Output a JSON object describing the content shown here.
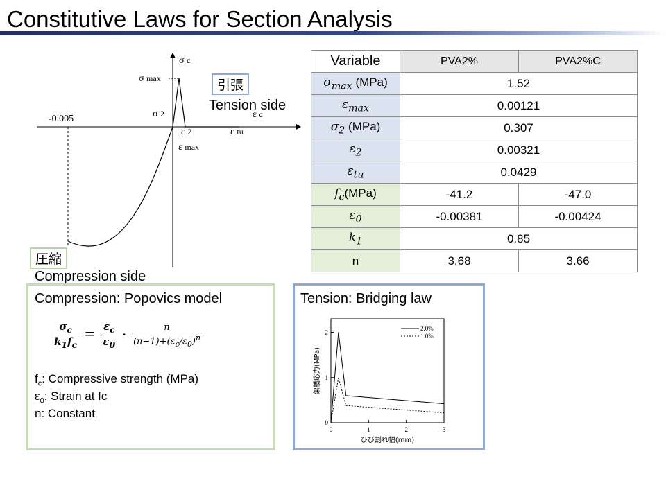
{
  "page": {
    "title": "Constitutive Laws for Section Analysis",
    "accent_color": "#1d2f6a"
  },
  "curve_labels": {
    "sigma_c": "σ",
    "sigma_c_sub": "c",
    "sigma_max": "σ",
    "sigma_max_sub": "max",
    "sigma_2": "σ",
    "sigma_2_sub": "2",
    "eps_c": "ε",
    "eps_c_sub": "c",
    "eps_2": "ε",
    "eps_2_sub": "2",
    "eps_max": "ε",
    "eps_max_sub": "max",
    "eps_tu": "ε",
    "eps_tu_sub": "tu",
    "neg_strain": "-0.005",
    "tension_jp": "引張",
    "tension_en": "Tension side",
    "compression_jp": "圧縮",
    "compression_en": "Compression side"
  },
  "table": {
    "header": {
      "variable": "Variable",
      "col1": "PVA2%",
      "col2": "PVA2%C"
    },
    "rows": [
      {
        "sym": "σ",
        "sub": "max",
        "unit": " (MPa)",
        "v1": "1.52",
        "v2": "",
        "merged": true,
        "color": "blue"
      },
      {
        "sym": "ε",
        "sub": "max",
        "unit": "",
        "v1": "0.00121",
        "v2": "",
        "merged": true,
        "color": "blue"
      },
      {
        "sym": "σ",
        "sub": "2",
        "unit": " (MPa)",
        "v1": "0.307",
        "v2": "",
        "merged": true,
        "color": "blue"
      },
      {
        "sym": "ε",
        "sub": "2",
        "unit": "",
        "v1": "0.00321",
        "v2": "",
        "merged": true,
        "color": "blue"
      },
      {
        "sym": "ε",
        "sub": "tu",
        "unit": "",
        "v1": "0.0429",
        "v2": "",
        "merged": true,
        "color": "blue"
      },
      {
        "sym": "f",
        "sub": "c",
        "unit": "(MPa)",
        "v1": "-41.2",
        "v2": "-47.0",
        "merged": false,
        "color": "green"
      },
      {
        "sym": "ε",
        "sub": "0",
        "unit": "",
        "v1": "-0.00381",
        "v2": "-0.00424",
        "merged": false,
        "color": "green"
      },
      {
        "sym": "k",
        "sub": "1",
        "unit": "",
        "v1": "0.85",
        "v2": "",
        "merged": true,
        "color": "green"
      },
      {
        "sym": "",
        "sub": "",
        "unit": "n",
        "v1": "3.68",
        "v2": "3.66",
        "merged": false,
        "color": "green"
      }
    ]
  },
  "compression_panel": {
    "title": "Compression: Popovics model",
    "formula": {
      "lhs_num": "σ",
      "lhs_num_sub": "c",
      "lhs_den_k": "k",
      "lhs_den_k_sub": "1",
      "lhs_den_f": "f",
      "lhs_den_f_sub": "c",
      "eq": "=",
      "mid_num": "ε",
      "mid_num_sub": "c",
      "mid_den": "ε",
      "mid_den_sub": "0",
      "dot": "·",
      "rhs_num": "n",
      "rhs_den": "(n−1)+(ε",
      "rhs_den_sub1": "c",
      "rhs_den_mid": "/ε",
      "rhs_den_sub2": "0",
      "rhs_den_end": ")",
      "rhs_den_sup": "n"
    },
    "def_fc_sym": "f",
    "def_fc_sub": "c",
    "def_fc_text": ": Compressive strength (MPa)",
    "def_e0_sym": "ε",
    "def_e0_sub": "0",
    "def_e0_text": ": Strain at fc",
    "def_n_text": "n: Constant"
  },
  "tension_panel": {
    "title": "Tension: Bridging law",
    "chart_data": {
      "type": "line",
      "xlabel": "ひび割れ幅(mm)",
      "ylabel": "架橋応力(MPa)",
      "xlim": [
        0,
        3
      ],
      "ylim": [
        0,
        2.3
      ],
      "xticks": [
        "0",
        "1",
        "2",
        "3"
      ],
      "yticks": [
        "0",
        "1",
        "2"
      ],
      "legend_placement": "top-right",
      "series": [
        {
          "name": "2.0%",
          "style": "solid",
          "x": [
            0,
            0.2,
            0.4,
            3
          ],
          "y": [
            0,
            2.0,
            0.6,
            0.42
          ]
        },
        {
          "name": "1.0%",
          "style": "dotted",
          "x": [
            0,
            0.2,
            0.4,
            3
          ],
          "y": [
            0,
            1.0,
            0.38,
            0.22
          ]
        }
      ]
    }
  }
}
